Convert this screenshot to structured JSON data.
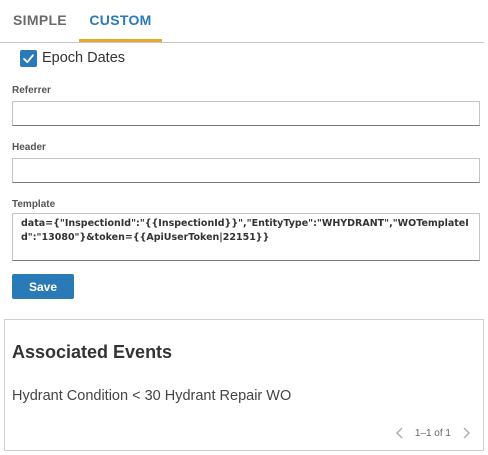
{
  "tabs": [
    {
      "label": "SIMPLE",
      "active": false
    },
    {
      "label": "CUSTOM",
      "active": true
    }
  ],
  "epoch_dates": {
    "label": "Epoch Dates",
    "checked": true
  },
  "fields": {
    "referrer": {
      "label": "Referrer",
      "value": ""
    },
    "header": {
      "label": "Header",
      "value": ""
    },
    "template": {
      "label": "Template",
      "value": "data={\"InspectionId\":\"{{InspectionId}}\",\"EntityType\":\"WHYDRANT\",\"WOTemplateId\":\"13080\"}&token={{ApiUserToken|22151}}"
    }
  },
  "save_label": "Save",
  "associated_events": {
    "title": "Associated Events",
    "items": [
      "Hydrant Condition < 30 Hydrant Repair WO"
    ],
    "pager_text": "1–1 of 1"
  },
  "colors": {
    "accent": "#2a7ab8",
    "active_tab_underline": "#e8a92b"
  }
}
